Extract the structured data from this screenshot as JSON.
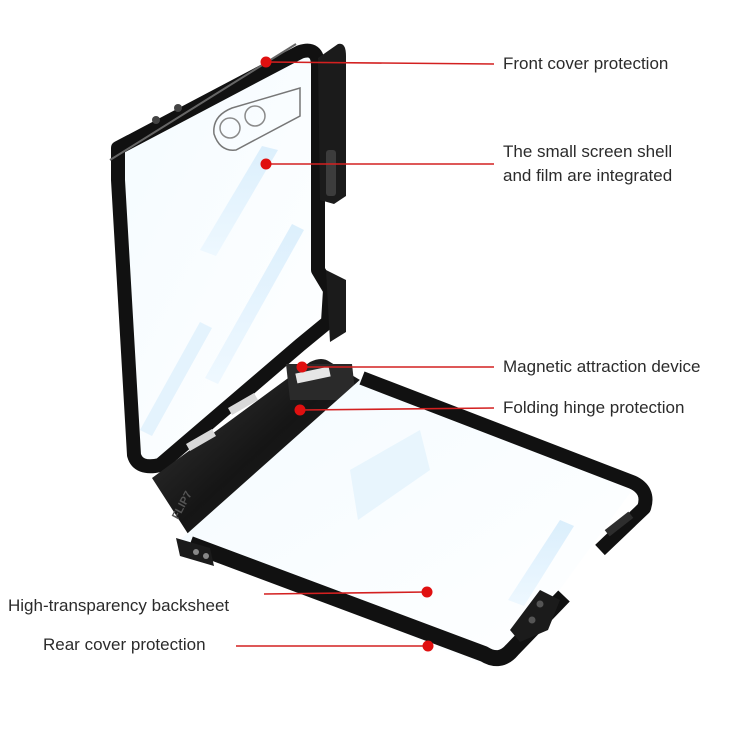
{
  "callouts": [
    {
      "text": "Front cover protection"
    },
    {
      "lines": [
        "The small screen shell",
        "and film are integrated"
      ]
    },
    {
      "text": "Magnetic attraction device"
    },
    {
      "text": "Folding hinge protection"
    },
    {
      "text": "High-transparency backsheet"
    },
    {
      "text": "Rear cover protection"
    }
  ],
  "hinge_engraving": "FLIP7",
  "colors": {
    "frame": "#111111",
    "leader": "#d32020",
    "dot": "#e01010",
    "text": "#2b2b2b",
    "glass_tint": "#bfe3fb"
  }
}
